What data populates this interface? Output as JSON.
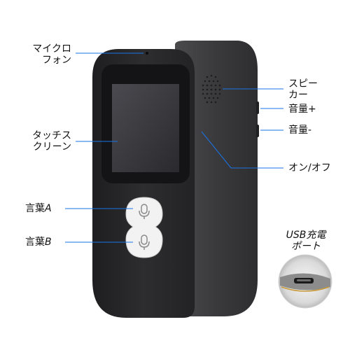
{
  "labels": {
    "microphone": [
      "マイクロ",
      "フォン"
    ],
    "touchscreen": [
      "タッチス",
      "クリーン"
    ],
    "speaker": [
      "スピー",
      "カー"
    ],
    "volume_up": "音量+",
    "volume_down": "音量-",
    "power": "オン/オフ",
    "usb_port": [
      "USB充電",
      "ポート"
    ],
    "language_a": {
      "prefix": "言葉",
      "letter": "A"
    },
    "language_b": {
      "prefix": "言葉",
      "letter": "B"
    }
  },
  "colors": {
    "body_front": "#2b2b2d",
    "body_back": "#3a3a3c",
    "screen_bezel": "#141416",
    "screen": "#3c3c40",
    "leader_line": "#1a73e8",
    "button_face": "#f2f2f2",
    "text": "#111111"
  },
  "icons": {
    "button_a": "microphone-icon",
    "button_b": "microphone-icon",
    "speaker_grille": "speaker-grille-icon"
  }
}
